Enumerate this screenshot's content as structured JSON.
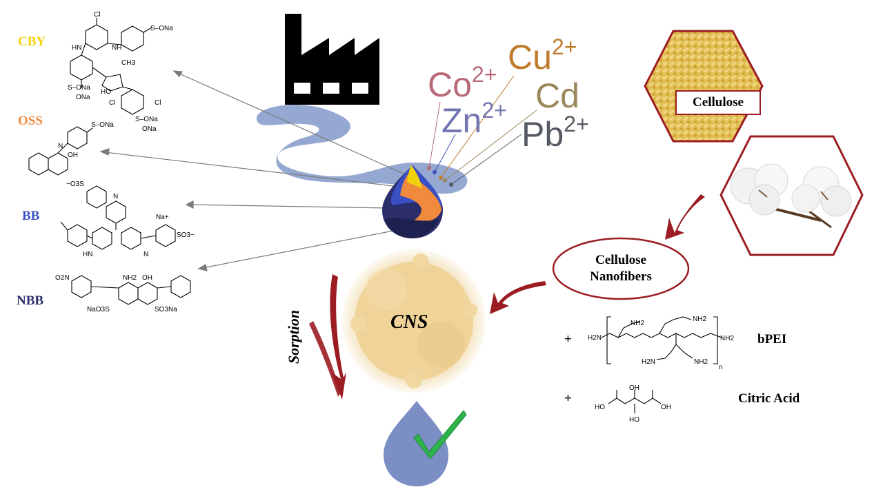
{
  "dyes": [
    {
      "abbr": "CBY",
      "color": "#f2d20a"
    },
    {
      "abbr": "OSS",
      "color": "#f08a3c"
    },
    {
      "abbr": "BB",
      "color": "#3a4fc4"
    },
    {
      "abbr": "NBB",
      "color": "#2b2e6a"
    }
  ],
  "ions": [
    {
      "base": "Co",
      "charge": "2+",
      "color": "#b86a78"
    },
    {
      "base": "Cu",
      "charge": "2+",
      "color": "#c07a2a"
    },
    {
      "base": "Zn",
      "charge": "2+",
      "color": "#7276b0"
    },
    {
      "base": "Cd",
      "charge": "",
      "color": "#9a875a"
    },
    {
      "base": "Pb",
      "charge": "2+",
      "color": "#555a62"
    }
  ],
  "labels": {
    "cellulose": "Cellulose",
    "nanofibers_line1": "Cellulose",
    "nanofibers_line2": "Nanofibers",
    "product": "CNS",
    "sorption": "Sorption",
    "bpei": "bPEI",
    "citric_acid": "Citric Acid",
    "plus": "+"
  },
  "structure_text": {
    "cl": "Cl",
    "hn": "HN",
    "nh": "NH",
    "so3na": "S–ONa",
    "ona": "ONa",
    "ch3": "CH3",
    "ho": "HO",
    "oh": "OH",
    "na_plus": "Na+",
    "nh2": "NH2",
    "h2n": "H2N",
    "hn_": "HN",
    "o2n": "O2N",
    "n": "N",
    "sub_n": "n",
    "naso3": "NaO3S",
    "so3na2": "SO3Na",
    "so3minus": "SO3−",
    "minus_o3s": "−O3S"
  },
  "colors": {
    "stream": "#8ea3cf",
    "drop": "#7b8fc4",
    "check": "#2db44a",
    "maroon": "#9b1c22",
    "powder": "#f0d9a0",
    "arrow_gray": "#7a7a7a"
  },
  "icons": [
    "factory-icon",
    "cotton-icon",
    "check-icon",
    "droplet-icon",
    "flame-drop-icon",
    "red-arrow-icon"
  ]
}
